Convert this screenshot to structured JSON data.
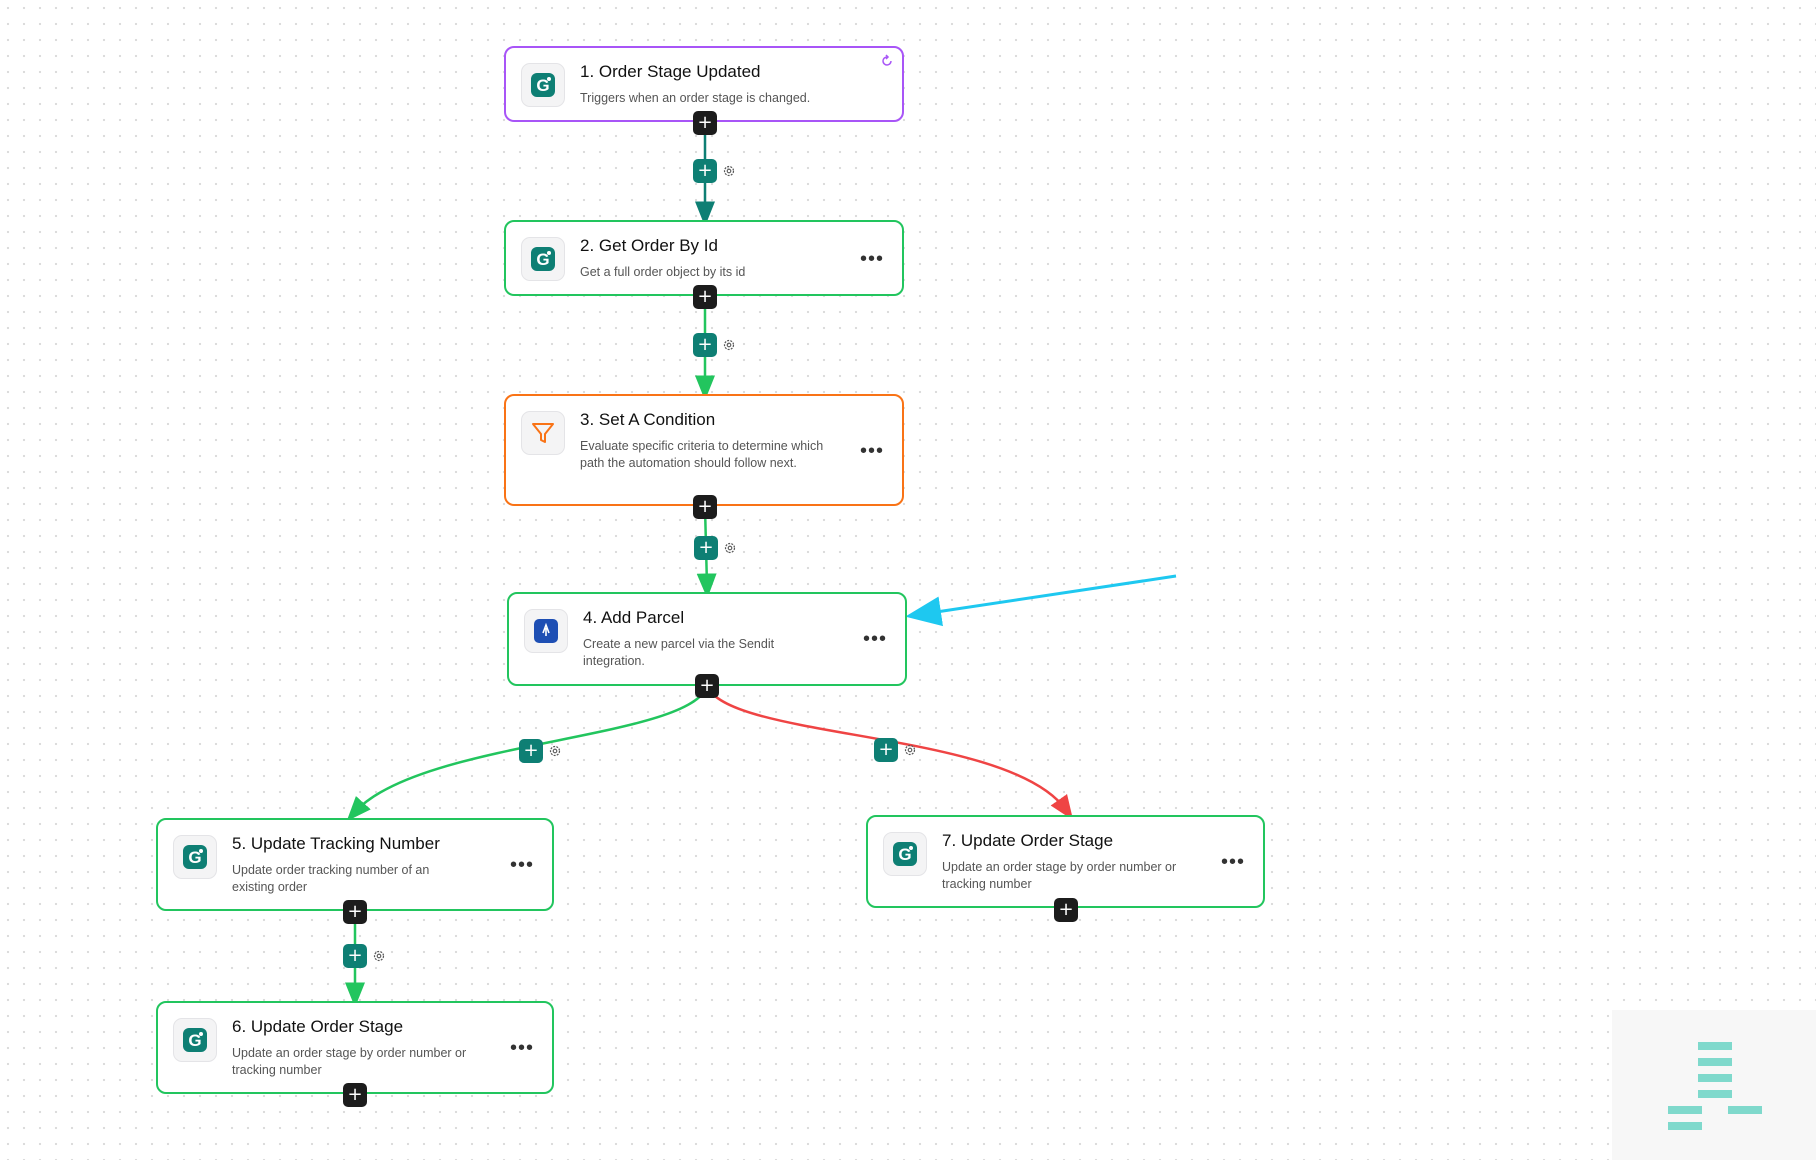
{
  "nodes": [
    {
      "id": "n1",
      "title": "1. Order Stage Updated",
      "desc": "Triggers when an order stage is changed.",
      "icon": "app-g-icon",
      "kind": "trigger"
    },
    {
      "id": "n2",
      "title": "2. Get Order By Id",
      "desc": "Get a full order object by its id",
      "icon": "app-g-icon",
      "kind": "action"
    },
    {
      "id": "n3",
      "title": "3. Set A Condition",
      "desc": "Evaluate specific criteria to determine which path the automation should follow next.",
      "icon": "filter-icon",
      "kind": "condition"
    },
    {
      "id": "n4",
      "title": "4. Add Parcel",
      "desc": "Create a new parcel via the Sendit integration.",
      "icon": "sendit-icon",
      "kind": "action"
    },
    {
      "id": "n5",
      "title": "5. Update Tracking Number",
      "desc": "Update order tracking number of an existing order",
      "icon": "app-g-icon",
      "kind": "action"
    },
    {
      "id": "n6",
      "title": "6. Update Order Stage",
      "desc": "Update an order stage by order number or tracking number",
      "icon": "app-g-icon",
      "kind": "action"
    },
    {
      "id": "n7",
      "title": "7. Update Order Stage",
      "desc": "Update an order stage by order number or tracking number",
      "icon": "app-g-icon",
      "kind": "action"
    }
  ],
  "more_label": "•••",
  "plus_label": "+",
  "colors": {
    "trigger": "#a855f7",
    "action": "#22c55e",
    "condition": "#f97316",
    "teal": "#0e7f74",
    "success_edge": "#22c55e",
    "failure_edge": "#ef4444",
    "annotation_arrow": "#1ec8f0",
    "minimap_bar": "#7fd9cc"
  }
}
